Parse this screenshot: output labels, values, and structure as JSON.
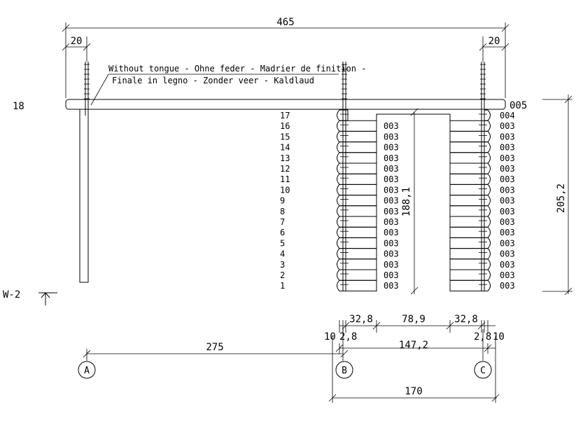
{
  "drawing": {
    "overall_width": "465",
    "left_offset": "20",
    "right_offset": "20",
    "left_height_label": "18",
    "top_log_label": "005",
    "note_line1": "Without tongue - Ohne feder - Madrier de finition -",
    "note_line2": "Finale in legno - Zonder veer - Kaldlaud",
    "opening_height": "188,1",
    "total_height": "205,2",
    "section_marker": "W-2",
    "course_numbers": [
      "17",
      "16",
      "15",
      "14",
      "13",
      "12",
      "11",
      "10",
      "9",
      "8",
      "7",
      "6",
      "5",
      "4",
      "3",
      "2",
      "1"
    ],
    "right_log_codes": [
      "004",
      "003",
      "003",
      "003",
      "003",
      "003",
      "003",
      "003",
      "003",
      "003",
      "003",
      "003",
      "003",
      "003",
      "003",
      "003",
      "003"
    ],
    "mid_log_codes": [
      "003",
      "003",
      "003",
      "003",
      "003",
      "003",
      "003",
      "003",
      "003",
      "003",
      "003",
      "003",
      "003",
      "003",
      "003",
      "003"
    ],
    "dim_row1": [
      "32,8",
      "78,9",
      "32,8"
    ],
    "dim_row2": {
      "outer_left": "10",
      "inner_left": "2,8",
      "middle": "147,2",
      "inner_right": "2,8",
      "outer_right": "10"
    },
    "axis_span_ab": "275",
    "axis_span_bc": "170",
    "axis_labels": [
      "A",
      "B",
      "C"
    ]
  }
}
